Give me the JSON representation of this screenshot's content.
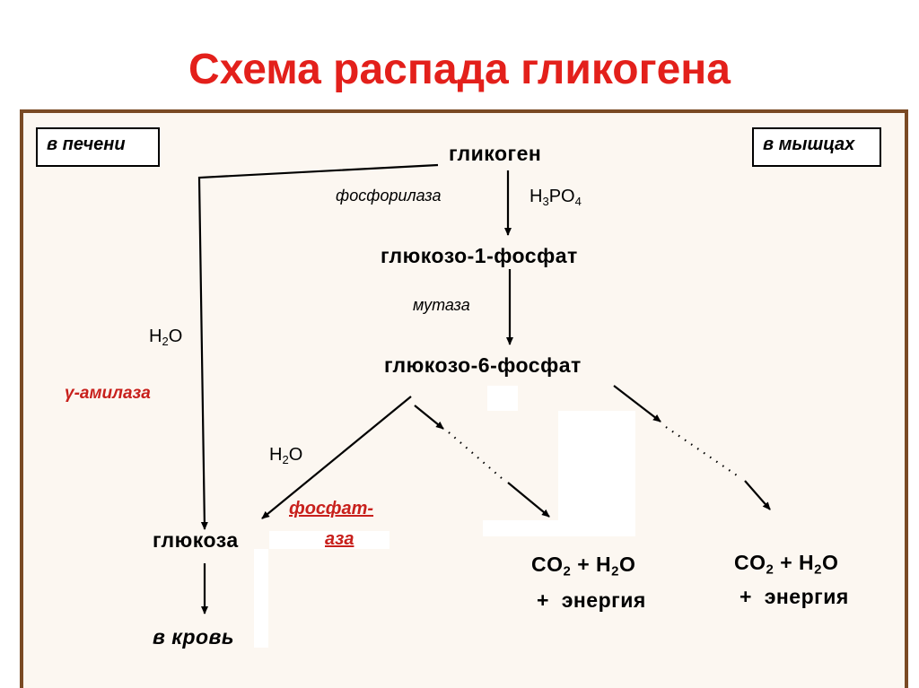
{
  "title": "Схема распада гликогена",
  "corner_labels": {
    "liver": "в печени",
    "muscle": "в мышцах"
  },
  "nodes": {
    "glycogen": "гликоген",
    "g1p": "глюкозо-1-фосфат",
    "g6p": "глюкозо-6-фосфат",
    "glucose": "глюкоза",
    "blood": "в кровь"
  },
  "enzymes": {
    "phosphorylase": "фосфорилаза",
    "mutase": "мутаза",
    "amylase": "γ-амилаза",
    "phosphatase_1": "фосфат-",
    "phosphatase_2": "аза"
  },
  "reagents": {
    "h3po4": {
      "pre": "H",
      "sub1": "3",
      "mid": "PO",
      "sub2": "4"
    },
    "water": {
      "pre": "H",
      "sub": "2",
      "post": "O"
    }
  },
  "products": {
    "co2_pre": "CO",
    "co2_sub": "2",
    "plus": "+",
    "h2o_pre": "H",
    "h2o_sub": "2",
    "h2o_post": "O",
    "energy": "+  энергия"
  }
}
